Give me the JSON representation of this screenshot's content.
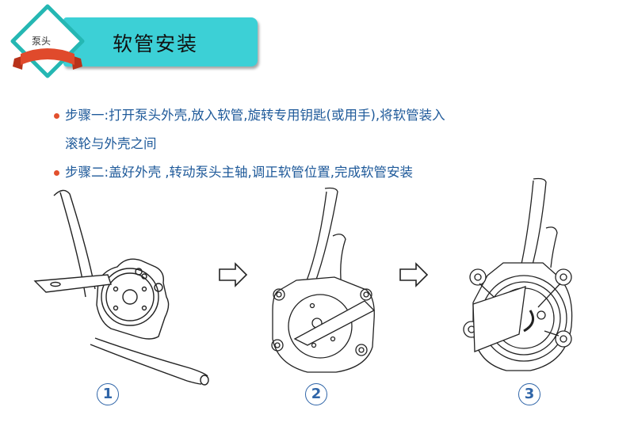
{
  "header": {
    "badge_label": "泵头",
    "title": "软管安装",
    "colors": {
      "banner": "#3cd0d6",
      "ribbon": "#e04a2c",
      "badge_border": "#25b7b3"
    }
  },
  "steps": [
    {
      "label": "步骤一:",
      "text_line1": "打开泵头外壳,放入软管,旋转专用钥匙(或用手),将软管装入",
      "text_line2": "滚轮与外壳之间"
    },
    {
      "label": "步骤二:",
      "text_line1": "盖好外壳 ,转动泵头主轴,调正软管位置,完成软管安装"
    }
  ],
  "figures": [
    {
      "number": "①",
      "icon": "pump-head-open-illustration"
    },
    {
      "number": "②",
      "icon": "pump-head-tube-inserted-illustration"
    },
    {
      "number": "③",
      "icon": "pump-head-closed-illustration"
    }
  ],
  "arrows": [
    {
      "icon": "right-arrow-icon"
    },
    {
      "icon": "right-arrow-icon"
    }
  ],
  "colors": {
    "step_text": "#1f5a9a",
    "bullet": "#e2502d",
    "number_circle": "#2f65a8"
  }
}
